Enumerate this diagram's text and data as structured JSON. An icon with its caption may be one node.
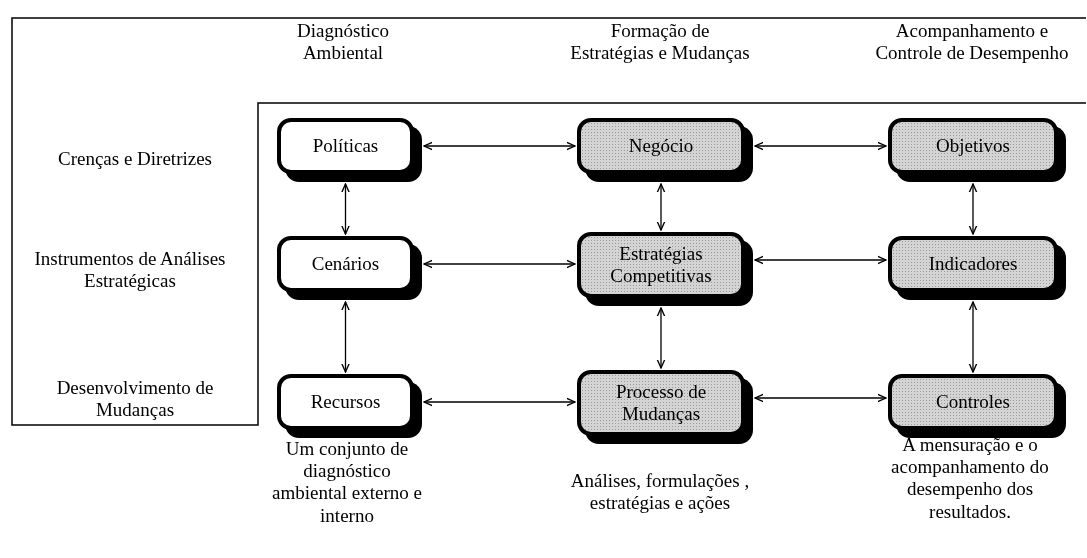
{
  "diagram": {
    "nodes": [
      {
        "text": [
          "Políticas"
        ]
      },
      {
        "text": [
          "Negócio"
        ]
      },
      {
        "text": [
          "Objetivos"
        ]
      },
      {
        "text": [
          "Cenários"
        ]
      },
      {
        "text": [
          "Estratégias Competitivas"
        ]
      },
      {
        "text": [
          "Indicadores"
        ]
      },
      {
        "text": [
          "Recursos"
        ]
      },
      {
        "text": [
          "Processo de Mudanças"
        ]
      },
      {
        "text": [
          "Controles"
        ]
      }
    ],
    "edges": [
      {
        "from": 0,
        "to": 1,
        "arrow": "both"
      },
      {
        "from": 1,
        "to": 2,
        "arrow": "both"
      },
      {
        "from": 0,
        "to": 3,
        "arrow": "both"
      },
      {
        "from": 1,
        "to": 4,
        "arrow": "both"
      },
      {
        "from": 2,
        "to": 5,
        "arrow": "both"
      },
      {
        "from": 3,
        "to": 4,
        "arrow": "both"
      },
      {
        "from": 4,
        "to": 5,
        "arrow": "both"
      },
      {
        "from": 3,
        "to": 6,
        "arrow": "both"
      },
      {
        "from": 4,
        "to": 7,
        "arrow": "both"
      },
      {
        "from": 5,
        "to": 8,
        "arrow": "both"
      },
      {
        "from": 6,
        "to": 7,
        "arrow": "both"
      },
      {
        "from": 7,
        "to": 8,
        "arrow": "both"
      }
    ],
    "labels": [
      "Diagnóstico Ambiental",
      "Formação de Estratégias e Mudanças",
      "Acompanhamento e Controle de Desempenho",
      "Crenças e Diretrizes",
      "Instrumentos de Análises Estratégicas",
      "Desenvolvimento de Mudanças",
      "Um conjunto de diagnóstico ambiental externo e interno",
      "Análises, formulações , estratégias e ações",
      "A mensuração e o acompanhamento do desempenho dos resultados."
    ]
  }
}
